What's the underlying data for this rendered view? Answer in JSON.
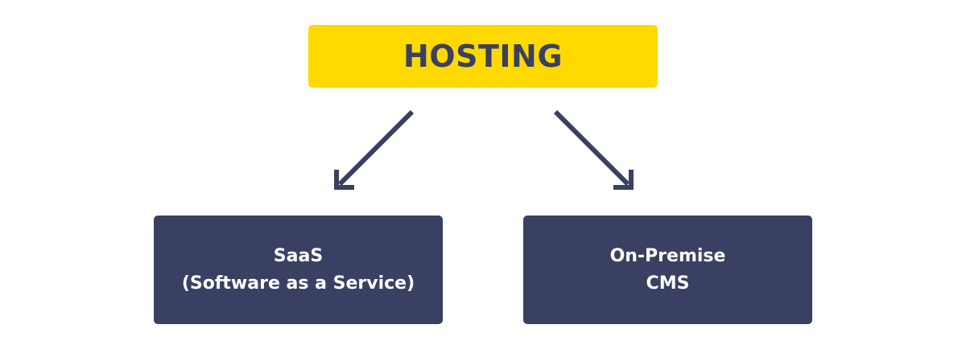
{
  "colors": {
    "root_fill": "#ffd900",
    "root_text": "#3a4061",
    "child_fill": "#3a4061",
    "child_text": "#ffffff",
    "arrow": "#3a4061"
  },
  "diagram": {
    "root": {
      "label": "HOSTING"
    },
    "children": [
      {
        "line1": "SaaS",
        "line2": "(Software as a Service)"
      },
      {
        "line1": "On-Premise",
        "line2": "CMS"
      }
    ]
  }
}
